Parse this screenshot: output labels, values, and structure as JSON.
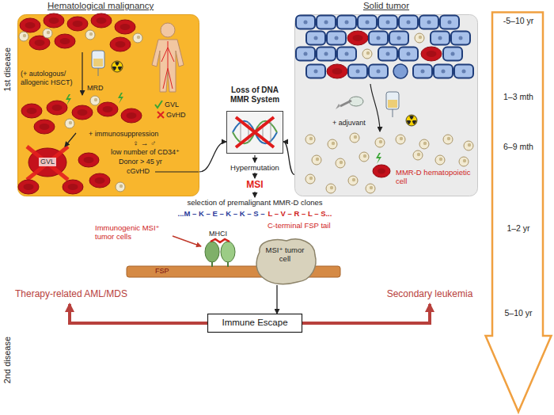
{
  "diagram": {
    "nodes": [
      {
        "text": [
          "Hematological malignancy"
        ]
      },
      {
        "text": [
          "Solid tumor"
        ]
      },
      {
        "text": [
          "Loss of DNA MMR System"
        ]
      },
      {
        "text": [
          "MSI⁺ tumor cell"
        ]
      },
      {
        "text": [
          "Immune Escape"
        ]
      },
      {
        "text": [
          "-5–10 yr",
          "1–3 mth",
          "6–9 mth",
          "1–2 yr",
          "5–10 yr"
        ]
      }
    ],
    "edges": [
      {
        "from": 0,
        "to": 2,
        "arrow": "to"
      },
      {
        "from": 1,
        "to": 2,
        "arrow": "to"
      },
      {
        "from": 3,
        "to": 4,
        "arrow": "to"
      }
    ],
    "labels": [
      "1st disease",
      "(+ autologous/ allogenic HSCT)",
      "MRD",
      "GVL",
      "GvHD",
      "+ immunosuppression",
      "GVL",
      "♀ → ♂",
      "low number of CD34⁺",
      "Donor > 45 yr",
      "cGvHD",
      "+ adjuvant",
      "MMR-D hematopoietic cell",
      "Hypermutation",
      "MSI",
      "selection of premalignant MMR-D clones",
      "...M – K – E – K – K – S –",
      "L – V – R – L – S...",
      "C-terminal FSP tail",
      "Immunogenic MSI⁺ tumor cells",
      "MHCI",
      "FSP",
      "2nd disease",
      "Therapy-related AML/MDS",
      "Secondary leukemia"
    ]
  }
}
